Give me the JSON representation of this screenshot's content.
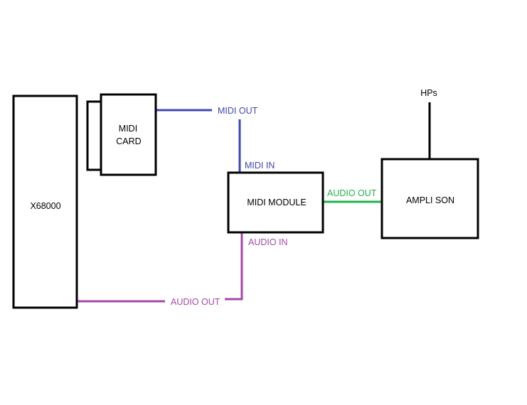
{
  "diagram": {
    "labels": {
      "x68000": "X68000",
      "midi_card_line1": "MIDI",
      "midi_card_line2": "CARD",
      "midi_module": "MIDI MODULE",
      "ampli_son": "AMPLI SON",
      "hps": "HPs",
      "midi_out": "MIDI OUT",
      "midi_in": "MIDI IN",
      "audio_out_green": "AUDIO OUT",
      "audio_in": "AUDIO IN",
      "audio_out_purple": "AUDIO OUT"
    },
    "colors": {
      "box_stroke": "#000000",
      "midi_wire": "#3f48a8",
      "audio_out_wire": "#22b14c",
      "audio_in_wire": "#a349a4",
      "hps_wire": "#000000",
      "midi_label": "#3f48a8",
      "audio_out_green_label": "#22b14c",
      "audio_in_label": "#a349a4"
    }
  }
}
